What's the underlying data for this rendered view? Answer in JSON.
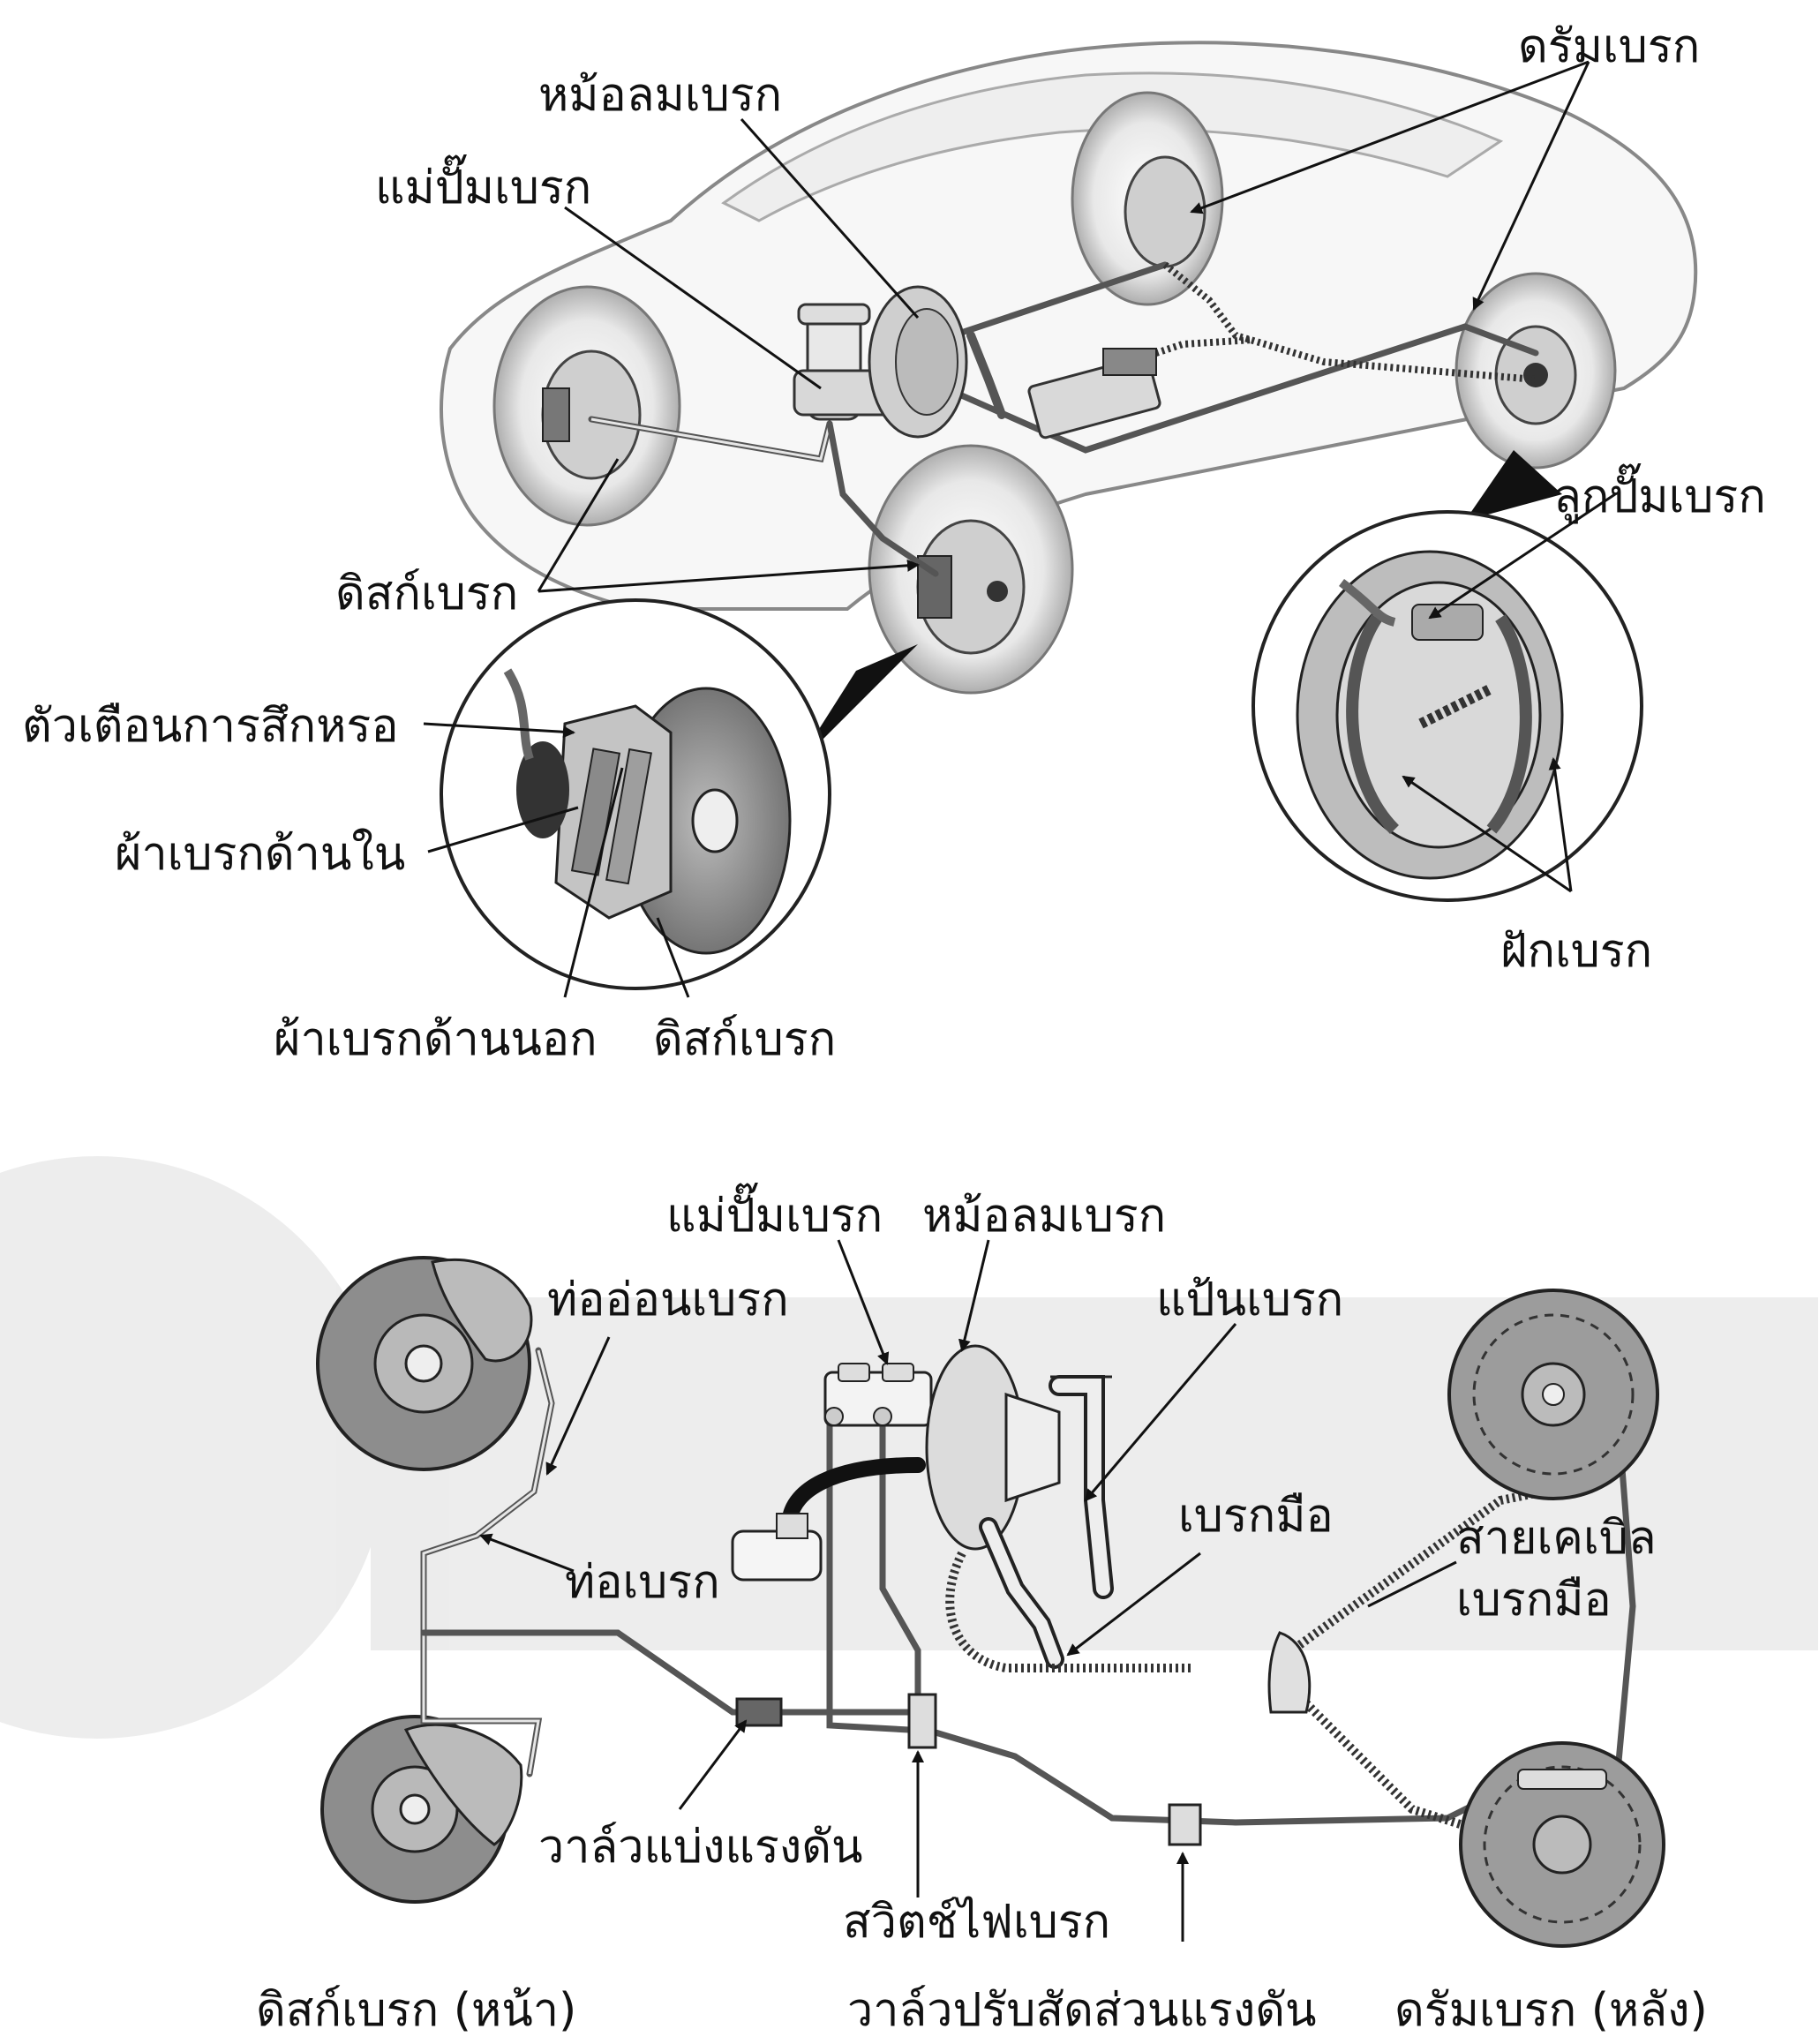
{
  "top": {
    "labels": {
      "booster": "หม้อลมเบรก",
      "master_cylinder": "แม่ปั๊มเบรก",
      "drum_brake": "ดรัมเบรก",
      "wheel_cylinder": "ลูกปั๊มเบรก",
      "disc_brake": "ดิสก์เบรก",
      "wear_indicator": "ตัวเตือนการสึกหรอ",
      "inner_pad": "ผ้าเบรกด้านใน",
      "outer_pad": "ผ้าเบรกด้านนอก",
      "disc_rotor": "ดิสก์เบรก",
      "brake_shoe": "ฝักเบรก"
    }
  },
  "bottom": {
    "labels": {
      "master_cylinder": "แม่ปั๊มเบรก",
      "booster": "หม้อลมเบรก",
      "flex_hose": "ท่ออ่อนเบรก",
      "brake_pedal": "แป้นเบรก",
      "parking_brake": "เบรกมือ",
      "parking_cable_1": "สายเคเบิล",
      "parking_cable_2": "เบรกมือ",
      "brake_line": "ท่อเบรก",
      "proportioning_valve": "วาล์วแบ่งแรงดัน",
      "stop_light_switch": "สวิตช์ไฟเบรก",
      "front_disc": "ดิสก์เบรก (หน้า)",
      "pressure_valve": "วาล์วปรับสัดส่วนแรงดัน",
      "rear_drum": "ดรัมเบรก (หลัง)"
    }
  }
}
